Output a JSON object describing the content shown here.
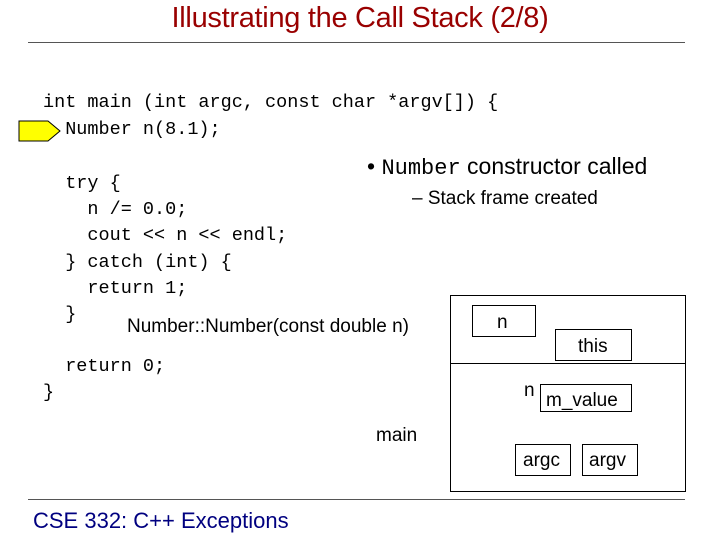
{
  "slide": {
    "title": "Illustrating the Call Stack (2/8)",
    "code_lines": [
      "int main (int argc, const char *argv[]) {",
      "  Number n(8.1);",
      "",
      "  try {",
      "    n /= 0.0;",
      "    cout << n << endl;",
      "  } catch (int) {",
      "    return 1;",
      "  }",
      "",
      "  return 0;",
      "}"
    ],
    "bullet": {
      "marker": "•",
      "code": "Number",
      "text": " constructor called"
    },
    "sub_bullet": "– Stack frame created",
    "constructor_signature": "Number::Number(const double n)",
    "stack": {
      "ctor_frame_n": "n",
      "ctor_frame_this": "this",
      "main_frame_n": "n",
      "main_frame_m_value": "m_value",
      "main_label": "main",
      "argc": "argc",
      "argv": "argv"
    },
    "footer": "CSE 332: C++ Exceptions",
    "colors": {
      "title": "#990000",
      "arrow_fill": "#ffff00",
      "footer": "#000080"
    }
  }
}
